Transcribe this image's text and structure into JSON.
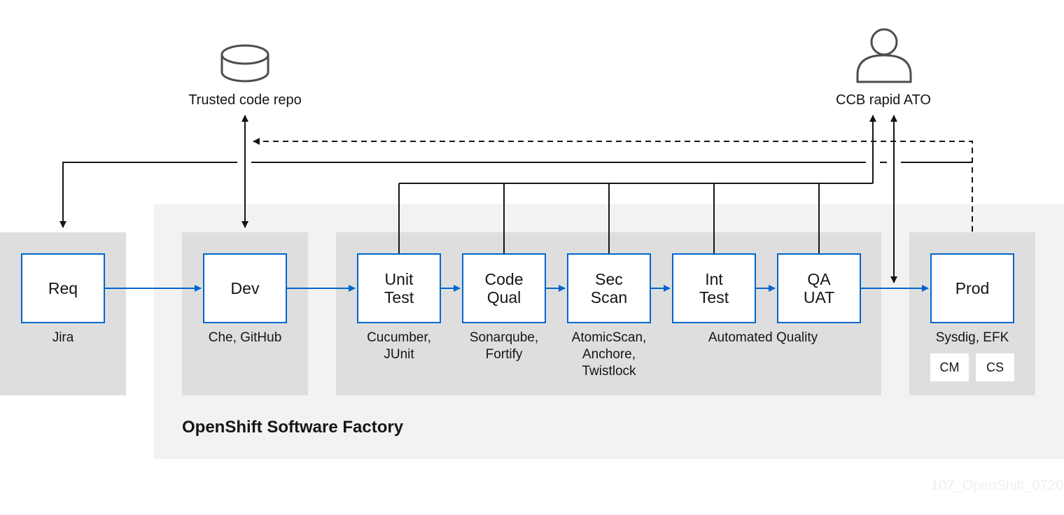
{
  "diagram": {
    "factory_title": "OpenShift Software Factory",
    "watermark": "107_OpenShift_0720",
    "repo_label": "Trusted code repo",
    "ccb_label": "CCB rapid ATO",
    "icons": {
      "repo": "database-icon",
      "ccb": "user-icon"
    },
    "stages": [
      {
        "id": "req",
        "label": "Req",
        "tools": "Jira"
      },
      {
        "id": "dev",
        "label": "Dev",
        "tools": "Che, GitHub"
      },
      {
        "id": "unit",
        "label": "Unit\nTest",
        "tools": "Cucumber,\nJUnit"
      },
      {
        "id": "code",
        "label": "Code\nQual",
        "tools": "Sonarqube,\nFortify"
      },
      {
        "id": "sec",
        "label": "Sec\nScan",
        "tools": "AtomicScan,\nAnchore,\nTwistlock"
      },
      {
        "id": "int",
        "label": "Int\nTest"
      },
      {
        "id": "qa",
        "label": "QA\nUAT"
      },
      {
        "id": "prod",
        "label": "Prod",
        "tools": "Sysdig, EFK"
      }
    ],
    "automated_quality_label": "Automated Quality",
    "prod_chips": [
      "CM",
      "CS"
    ],
    "colors": {
      "flow": "#0066cc",
      "link": "#151515",
      "panel": "#dedede",
      "factory": "#f2f2f2",
      "node_border": "#0066cc"
    }
  }
}
